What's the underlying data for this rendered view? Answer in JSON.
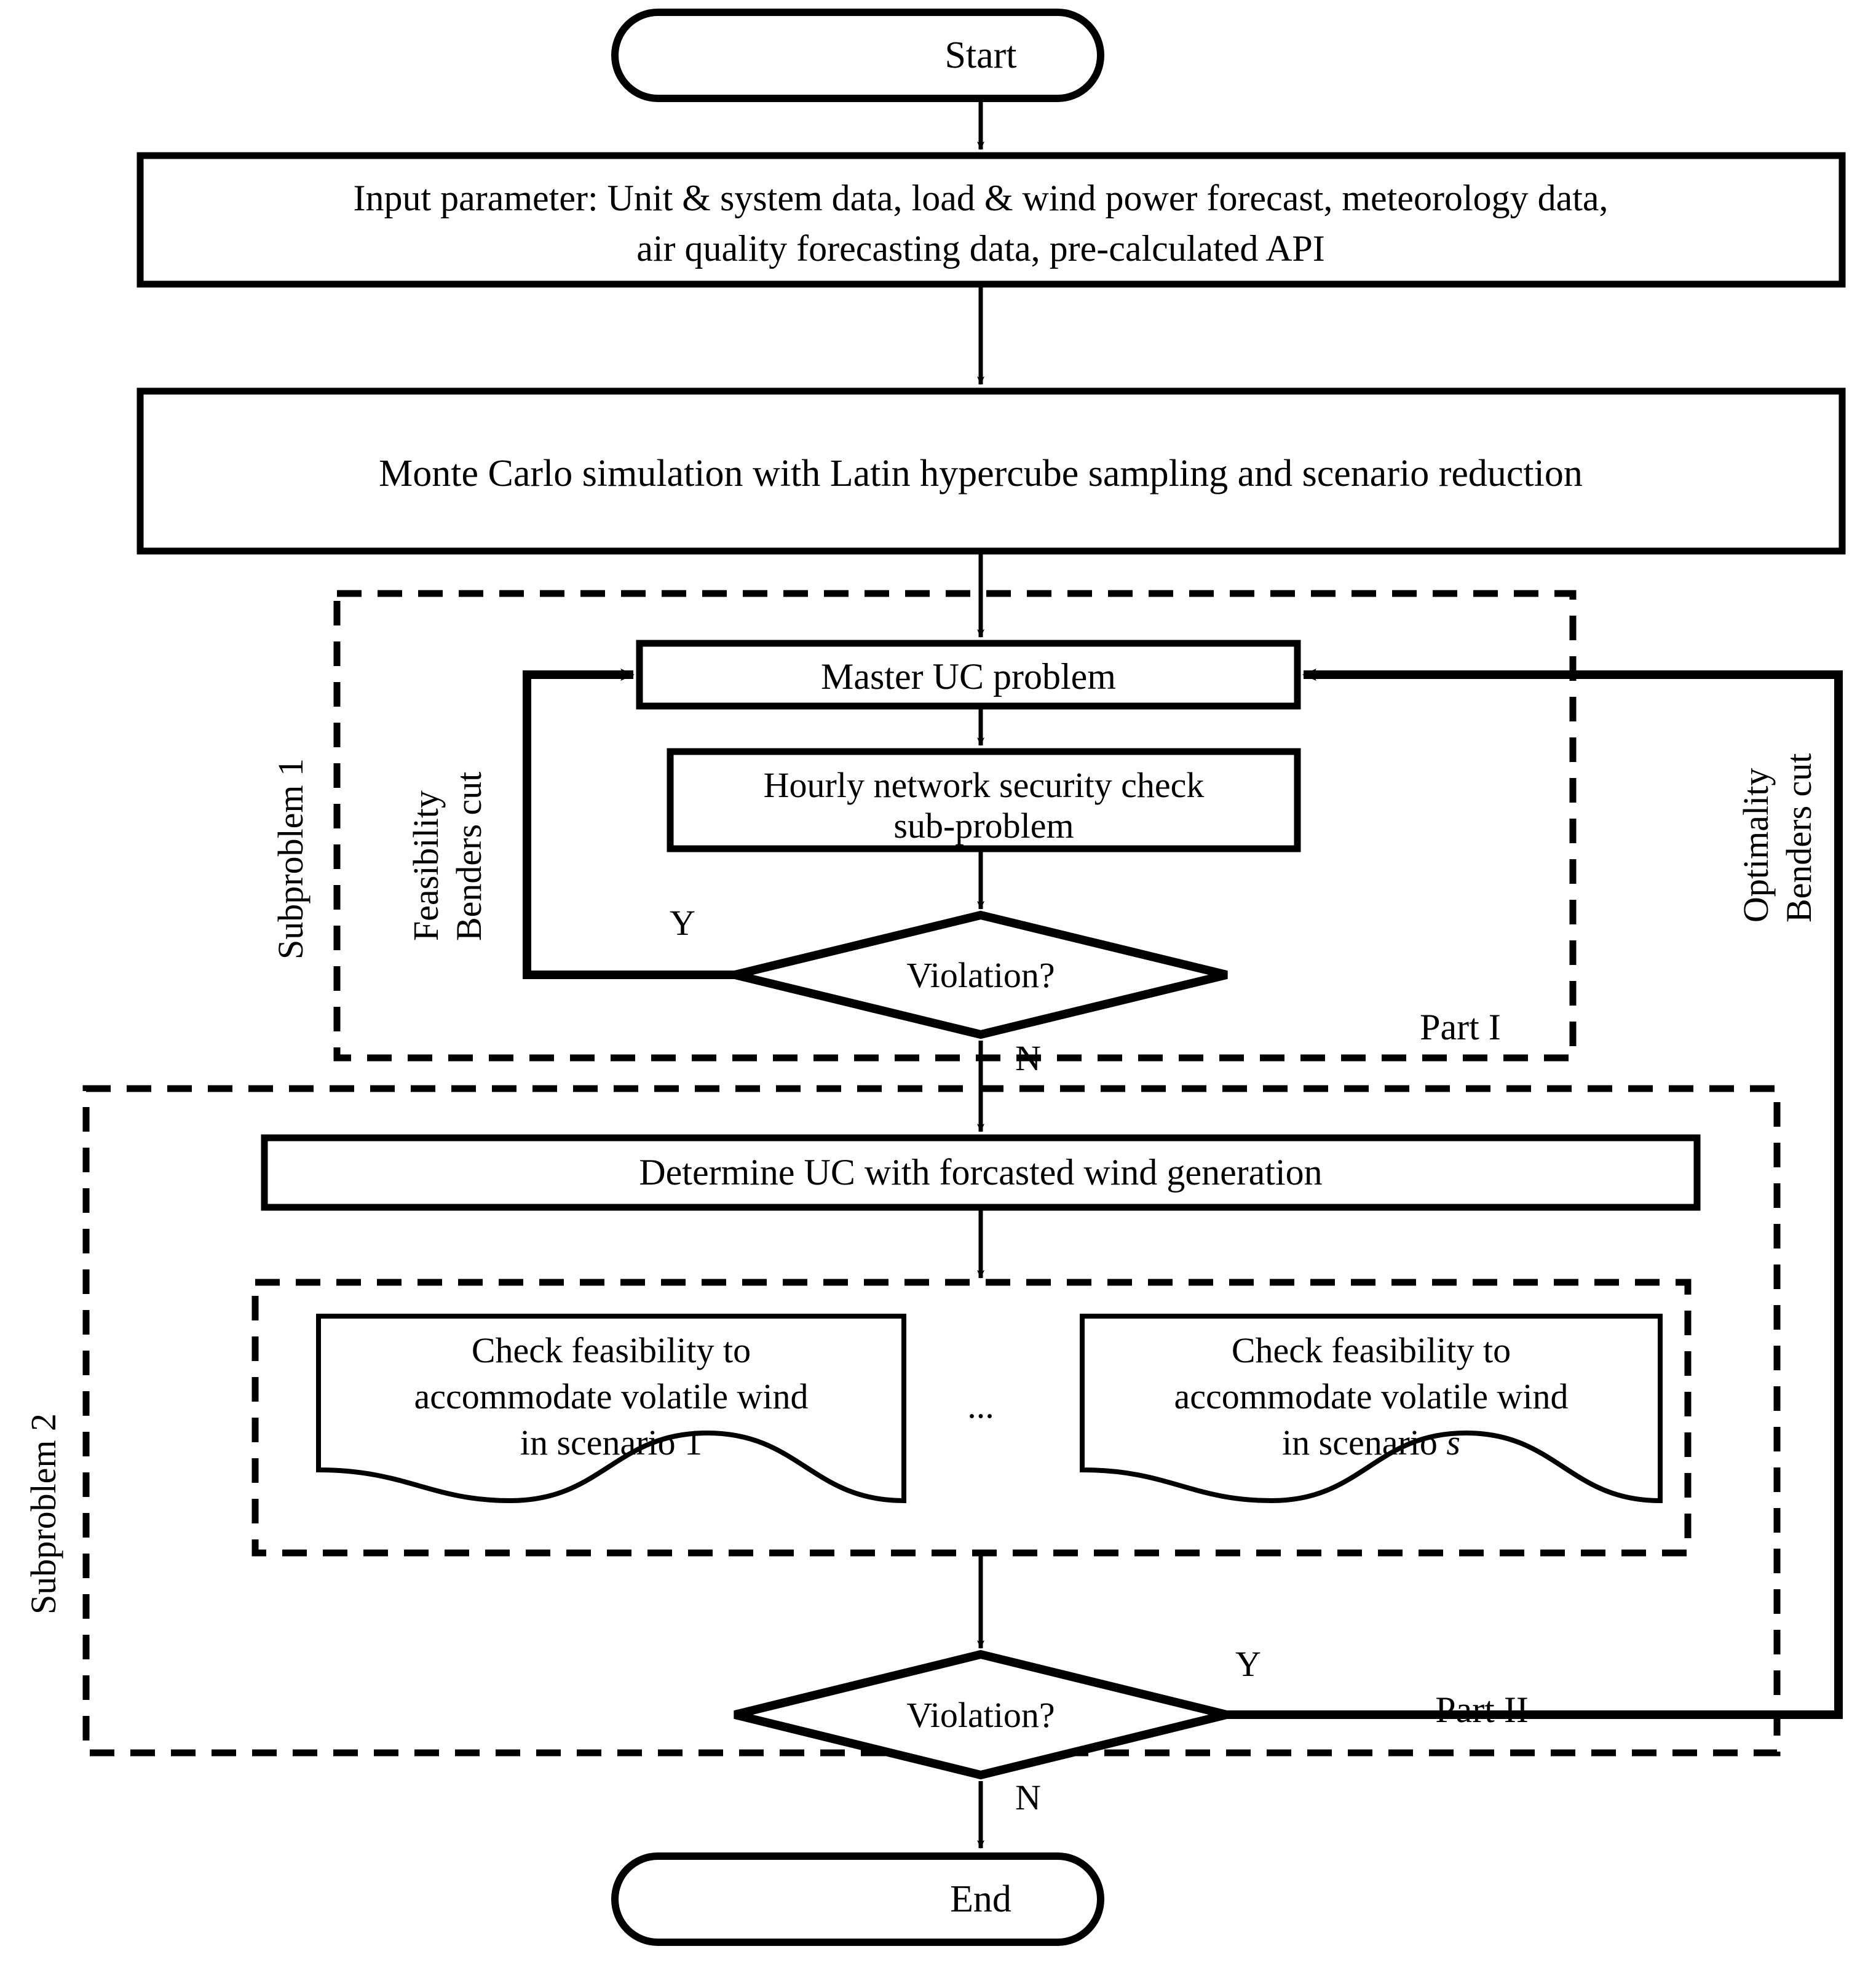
{
  "diagram": {
    "title": "Two-stage stochastic security-constrained unit commitment solution flowchart",
    "colors": {
      "stroke": "#000000",
      "background": "#ffffff",
      "text": "#000000"
    },
    "nodes": {
      "start": {
        "label": "Start",
        "shape": "terminator"
      },
      "input": {
        "line1": "Input parameter: Unit & system data, load & wind power forecast, meteorology data,",
        "line2": "air quality forecasting data, pre-calculated API",
        "shape": "process"
      },
      "monte_carlo": {
        "label": "Monte Carlo simulation with Latin hypercube sampling and scenario reduction",
        "shape": "process"
      },
      "master_uc": {
        "label": "Master UC problem",
        "shape": "process"
      },
      "hourly_check": {
        "line1": "Hourly network security check",
        "line2": "sub-problem",
        "shape": "process"
      },
      "violation_1": {
        "label": "Violation?",
        "shape": "decision"
      },
      "determine_uc": {
        "label": "Determine UC with forcasted wind generation",
        "shape": "process"
      },
      "scenario_first": {
        "line1": "Check feasibility to",
        "line2": "accommodate volatile wind",
        "line3_prefix": "in scenario ",
        "line3_index": "1",
        "shape": "document"
      },
      "scenario_last": {
        "line1": "Check feasibility to",
        "line2": "accommodate volatile wind",
        "line3_prefix": "in scenario ",
        "line3_index": "s",
        "index_italic": true,
        "shape": "document"
      },
      "ellipsis": {
        "label": "..."
      },
      "violation_2": {
        "label": "Violation?",
        "shape": "decision"
      },
      "end": {
        "label": "End",
        "shape": "terminator"
      }
    },
    "edge_labels": {
      "violation_1_yes": "Y",
      "violation_1_no": "N",
      "violation_2_yes": "Y",
      "violation_2_no": "N"
    },
    "side_labels": {
      "subproblem_1": "Subproblem 1",
      "subproblem_2": "Subproblem 2",
      "feasibility_cut_line1": "Feasibility",
      "feasibility_cut_line2": "Benders cut",
      "optimality_cut_line1": "Optimality",
      "optimality_cut_line2": "Benders cut"
    },
    "region_labels": {
      "part_1": "Part I",
      "part_2": "Part II"
    }
  }
}
